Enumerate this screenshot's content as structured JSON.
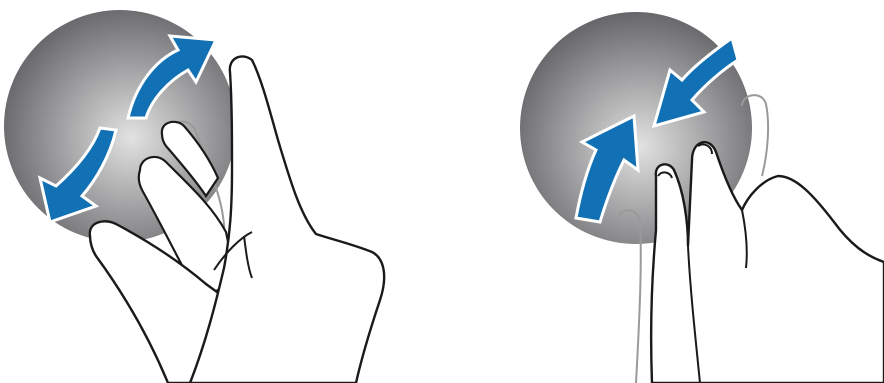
{
  "illustration": {
    "gestures": [
      {
        "id": "spread",
        "direction": "outward"
      },
      {
        "id": "pinch",
        "direction": "inward"
      }
    ],
    "colors": {
      "watch_face_center": "#E2E2E2",
      "watch_face_edge": "#5E5E62",
      "arrow_blue": "#1270B4",
      "arrow_outline": "#FFFFFF",
      "hand_fill": "#FFFFFF",
      "hand_outline": "#1A1A1A",
      "finger_hidden_outline": "#9A9A9A"
    }
  }
}
